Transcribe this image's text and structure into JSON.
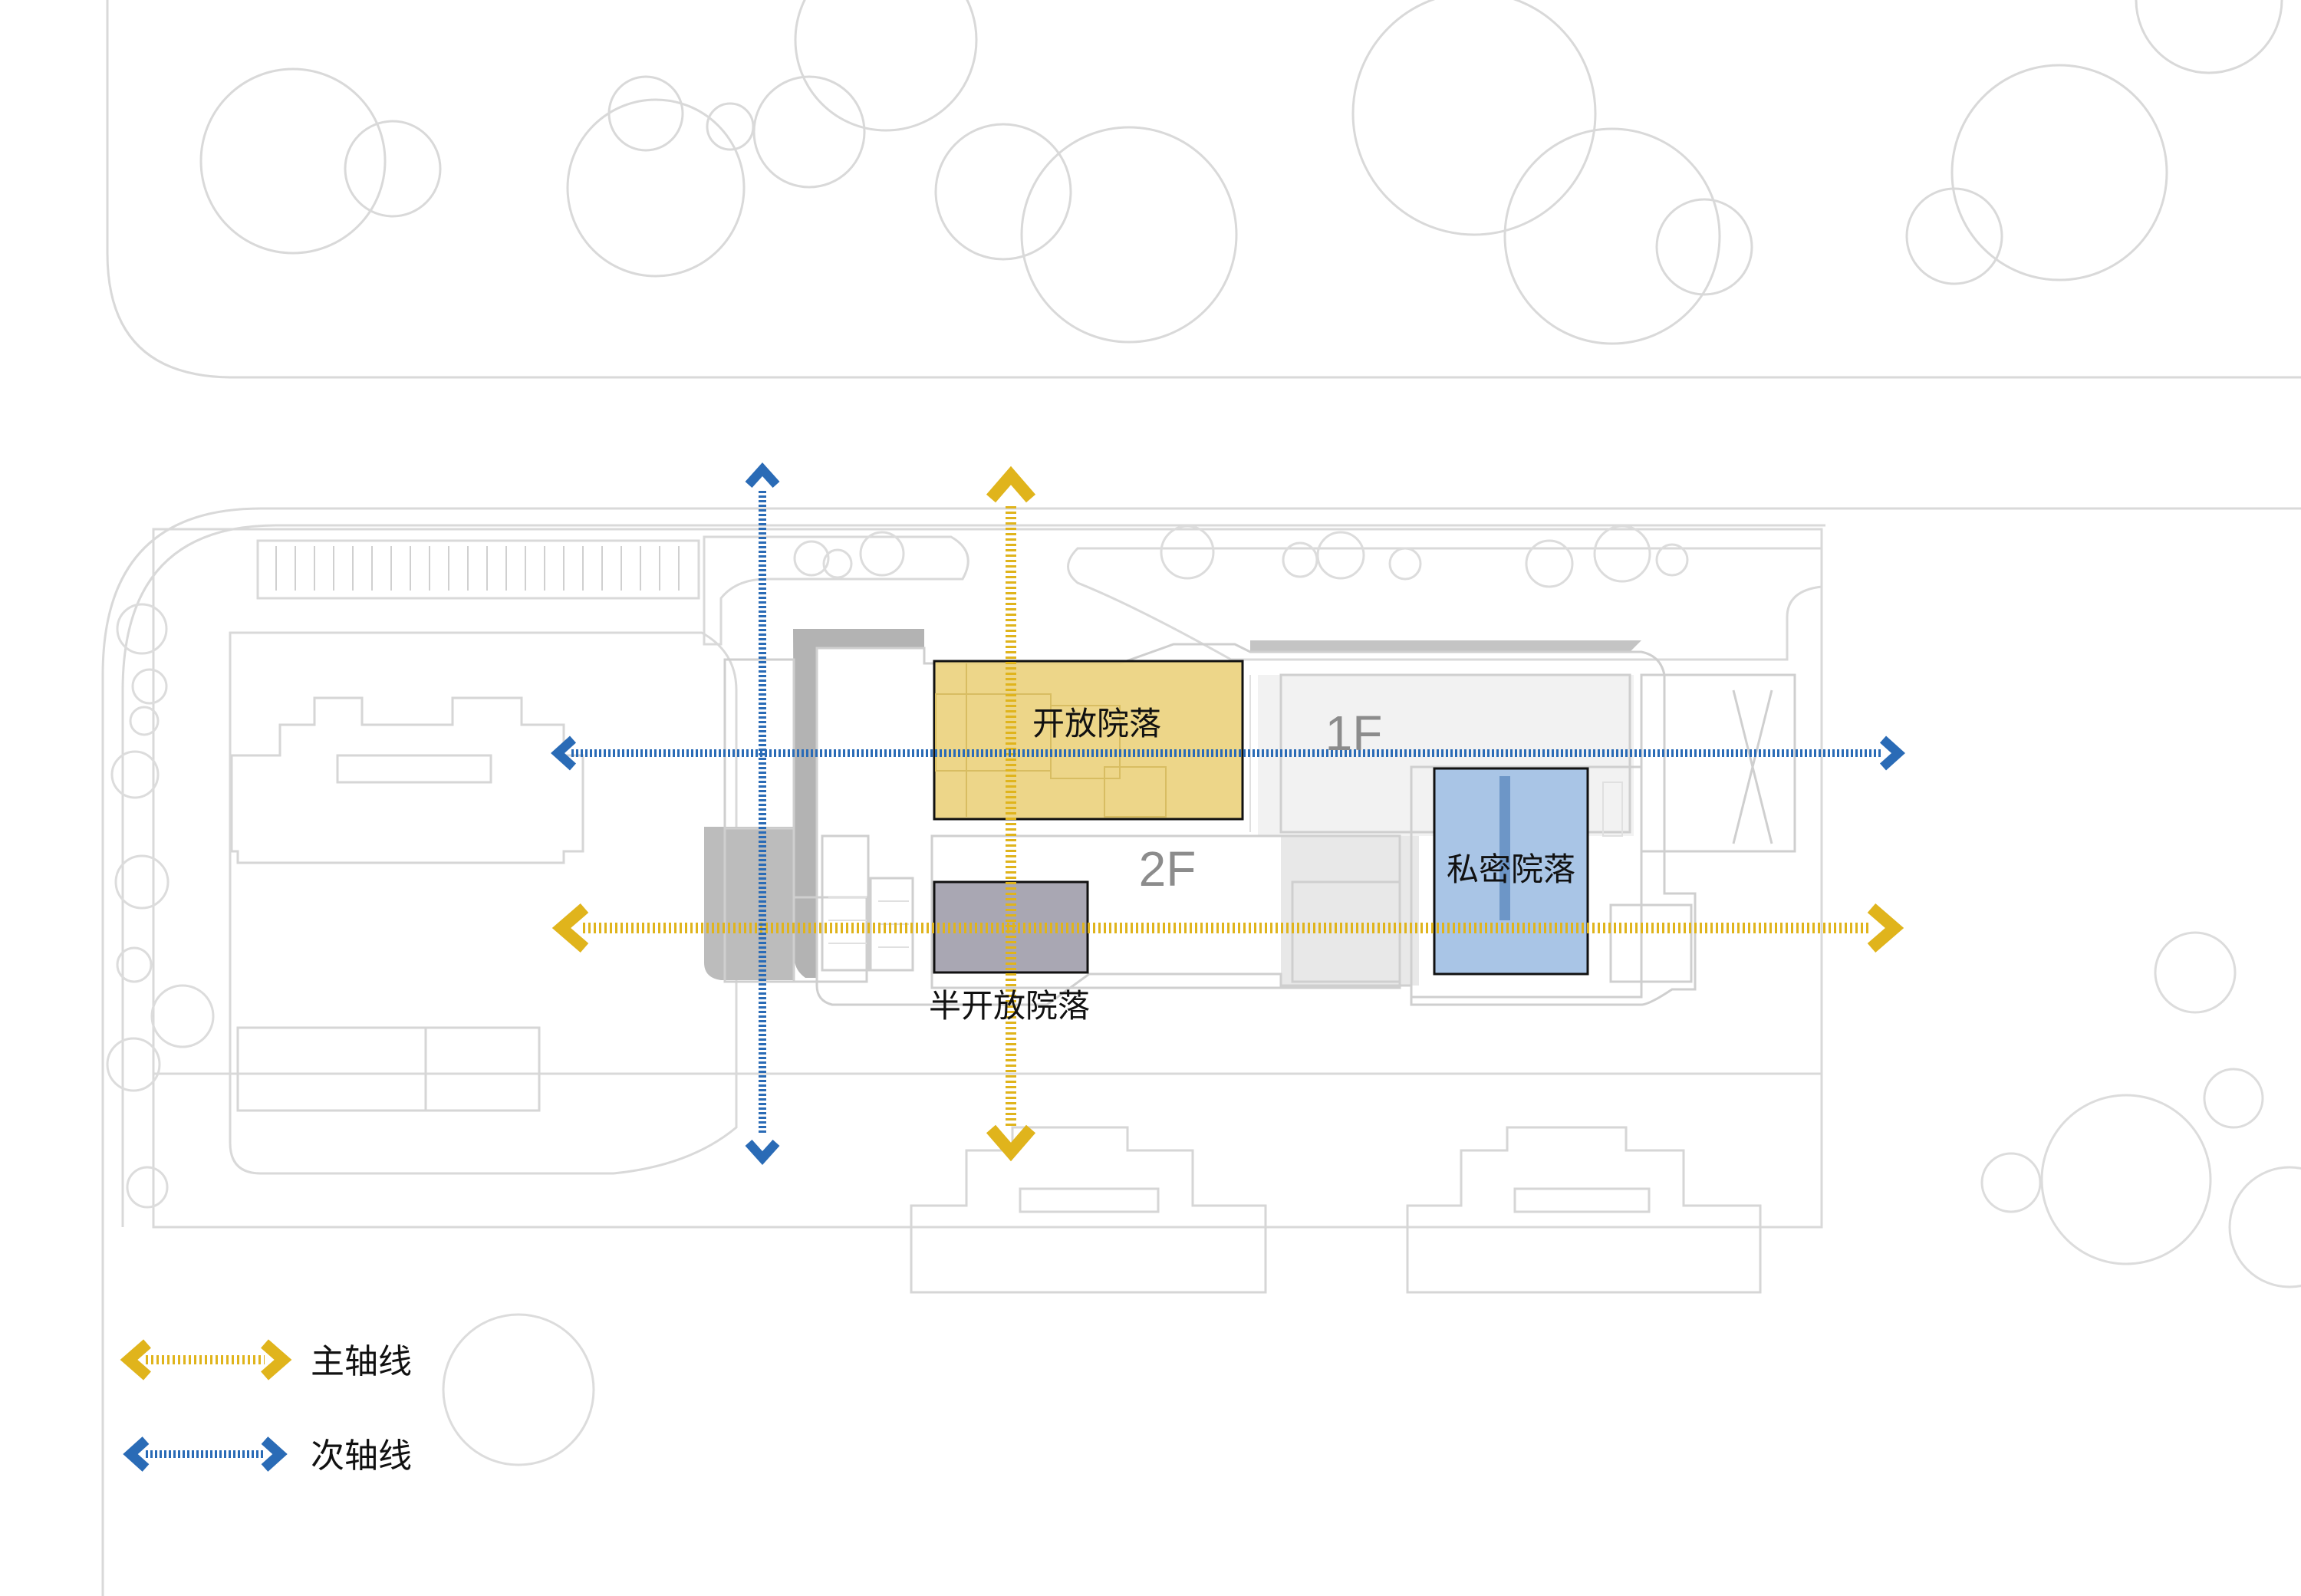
{
  "zones": {
    "open_courtyard": "开放院落",
    "semi_open_courtyard": "半开放院落",
    "private_courtyard": "私密院落"
  },
  "floors": {
    "first": "1F",
    "second": "2F"
  },
  "legend": {
    "primary_axis": "主轴线",
    "secondary_axis": "次轴线"
  },
  "colors": {
    "primary_axis": "#e0b41c",
    "secondary_axis": "#2a6bb6",
    "open_courtyard_fill": "#ecd27f",
    "semi_open_fill": "#a9a7b3",
    "private_fill": "#a9c5e6",
    "linework": "#d6d6d6"
  }
}
